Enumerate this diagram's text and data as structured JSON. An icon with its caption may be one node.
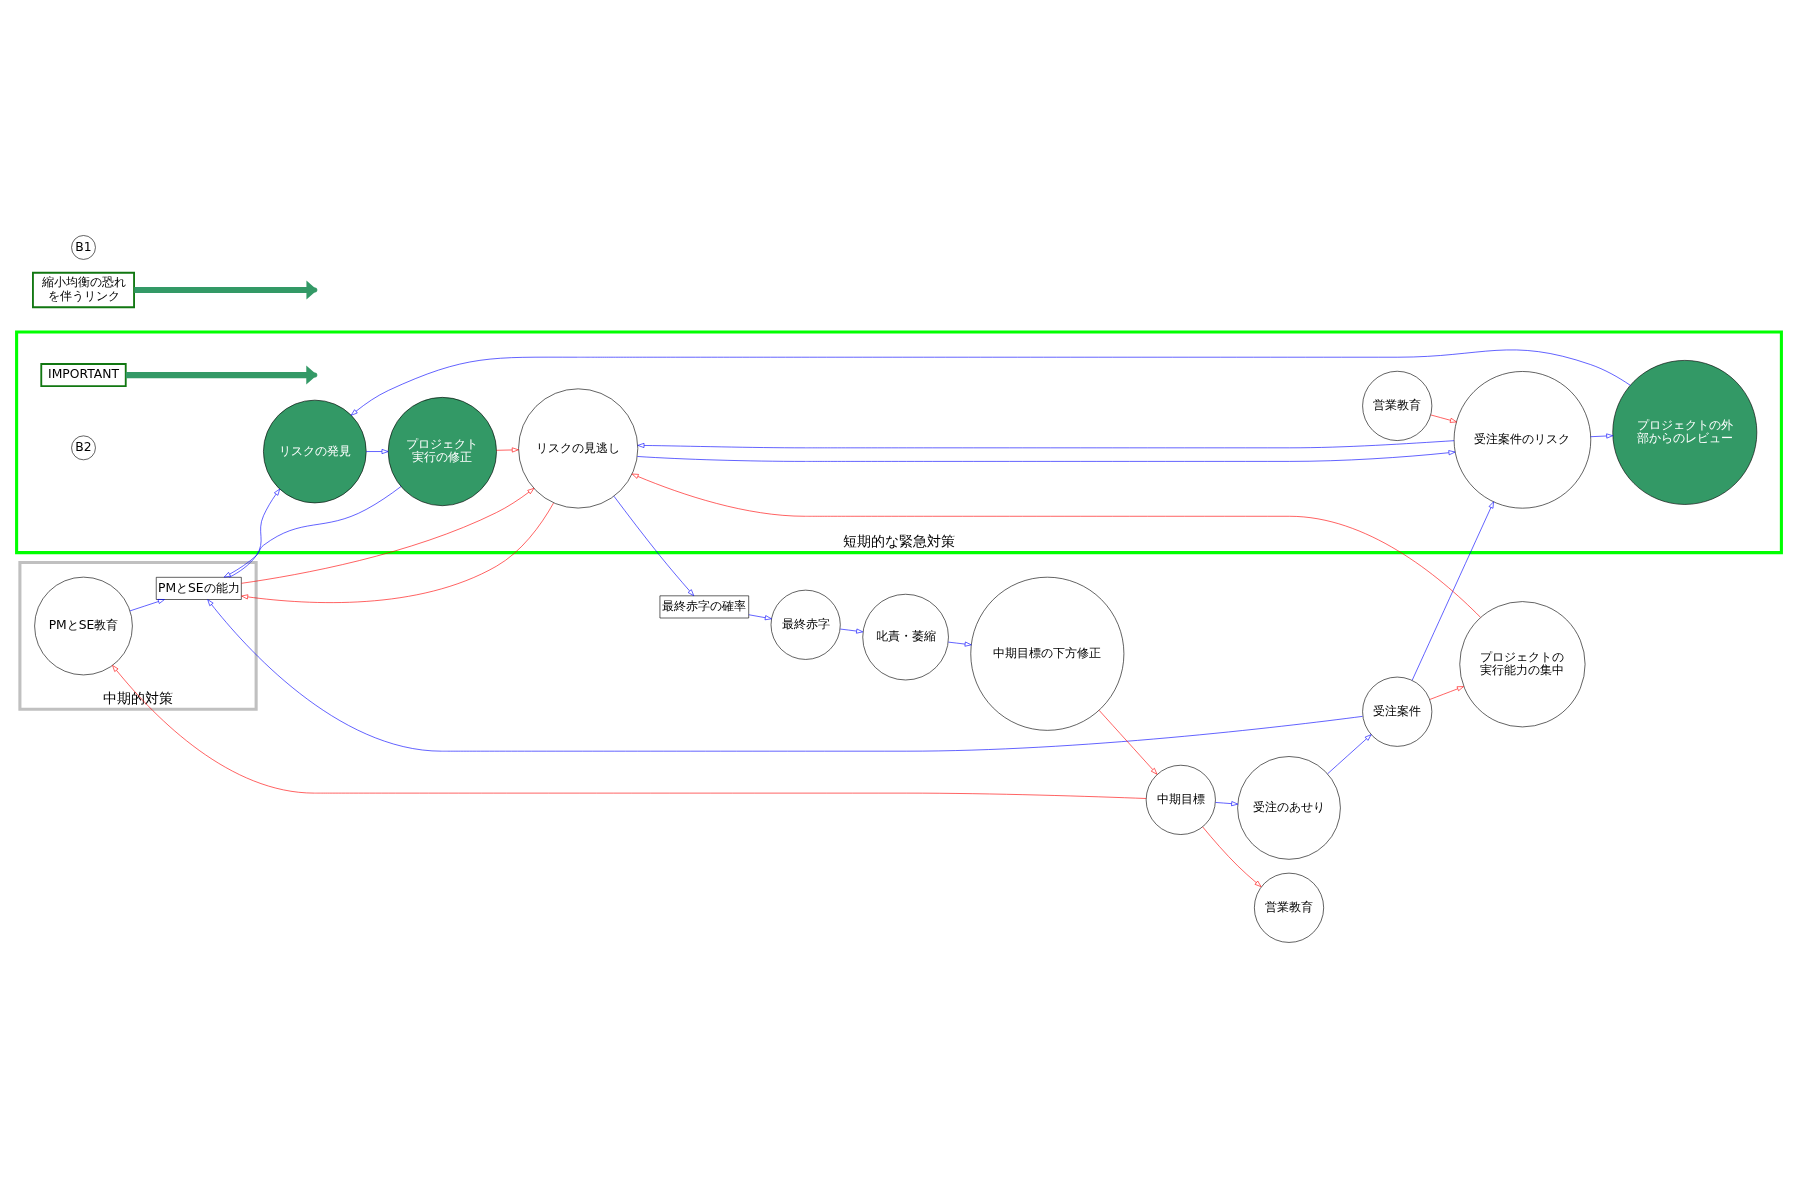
{
  "diagram": {
    "nodes": [
      {
        "text": [
          "中期的対策"
        ]
      },
      {
        "text": [
          "PMとSE教育"
        ],
        "in": 0
      },
      {
        "text": [
          "PMとSEの能力"
        ],
        "in": 0
      },
      {
        "text": [
          "短期的な緊急対策"
        ]
      },
      {
        "text": [
          "IMPORTANT"
        ],
        "in": 3
      },
      {
        "text": [
          "プロジェクトの外部からのレビュー"
        ],
        "in": 3
      },
      {
        "text": [
          "受注案件のリスク"
        ],
        "in": 3
      },
      {
        "text": [
          "営業教育"
        ],
        "in": 3
      },
      {
        "text": [
          "リスクの発見"
        ],
        "in": 3
      },
      {
        "text": [
          "B2"
        ],
        "in": 3
      },
      {
        "text": [
          "プロジェクト実行の修正"
        ],
        "in": 3
      },
      {
        "text": [
          "リスクの見逃し"
        ],
        "in": 3
      },
      {
        "text": [
          "受注案件"
        ]
      },
      {
        "text": [
          "受注のあせり"
        ]
      },
      {
        "text": [
          "縮小均衡の恐れを伴うリンク"
        ]
      },
      {
        "text": [
          "中期目標"
        ]
      },
      {
        "text": [
          "営業教育"
        ]
      },
      {
        "text": [
          "中期目標の下方修正"
        ]
      },
      {
        "text": [
          "B1"
        ]
      },
      {
        "text": [
          "プロジェクトの実行能力の集中"
        ]
      },
      {
        "text": [
          "叱責・萎縮"
        ]
      },
      {
        "text": [
          "最終赤字"
        ]
      },
      {
        "text": [
          "最終赤字の確率"
        ]
      }
    ],
    "edges": [
      {
        "from": 1,
        "to": 2,
        "arrow": "to",
        "color": "#0000ff"
      },
      {
        "from": 12,
        "to": 2,
        "arrow": "to",
        "color": "#0000ff"
      },
      {
        "from": 2,
        "to": 8,
        "arrow": "to",
        "color": "#0000ff"
      },
      {
        "from": 10,
        "to": 2,
        "arrow": "to",
        "color": "#0000ff"
      },
      {
        "from": 11,
        "to": 2,
        "arrow": "to",
        "color": "#ff0000"
      },
      {
        "from": 2,
        "to": 11,
        "arrow": "to",
        "color": "#ff0000"
      },
      {
        "from": 12,
        "to": 6,
        "arrow": "to",
        "color": "#0000ff"
      },
      {
        "from": 6,
        "to": 5,
        "arrow": "to",
        "color": "#0000ff"
      },
      {
        "from": 5,
        "to": 8,
        "arrow": "to",
        "color": "#0000ff"
      },
      {
        "from": 8,
        "to": 10,
        "arrow": "to",
        "color": "#0000ff"
      },
      {
        "from": 10,
        "to": 11,
        "arrow": "to",
        "color": "#ff0000"
      },
      {
        "from": 7,
        "to": 6,
        "arrow": "to",
        "color": "#ff0000"
      },
      {
        "from": 6,
        "to": 11,
        "arrow": "to",
        "color": "#0000ff"
      },
      {
        "from": 11,
        "to": 6,
        "arrow": "to",
        "color": "#0000ff"
      },
      {
        "from": 12,
        "to": 19,
        "arrow": "to",
        "color": "#ff0000"
      },
      {
        "from": 19,
        "to": 11,
        "arrow": "to",
        "color": "#ff0000"
      },
      {
        "from": 11,
        "to": 22,
        "arrow": "to",
        "color": "#0000ff"
      },
      {
        "from": 22,
        "to": 21,
        "arrow": "to",
        "color": "#0000ff"
      },
      {
        "from": 21,
        "to": 20,
        "arrow": "to",
        "color": "#0000ff"
      },
      {
        "from": 20,
        "to": 17,
        "arrow": "to",
        "color": "#0000ff"
      },
      {
        "from": 17,
        "to": 15,
        "arrow": "to",
        "color": "#ff0000"
      },
      {
        "from": 15,
        "to": 13,
        "arrow": "to",
        "color": "#0000ff"
      },
      {
        "from": 13,
        "to": 12,
        "arrow": "to",
        "color": "#0000ff"
      },
      {
        "from": 15,
        "to": 16,
        "arrow": "to",
        "color": "#ff0000"
      },
      {
        "from": 15,
        "to": 1,
        "arrow": "to",
        "color": "#ff0000"
      },
      {
        "from": 4,
        "to": null,
        "arrow": "to",
        "style": "thick",
        "color": "#339966"
      },
      {
        "from": 14,
        "to": null,
        "arrow": "to",
        "style": "thick",
        "color": "#339966"
      }
    ]
  }
}
